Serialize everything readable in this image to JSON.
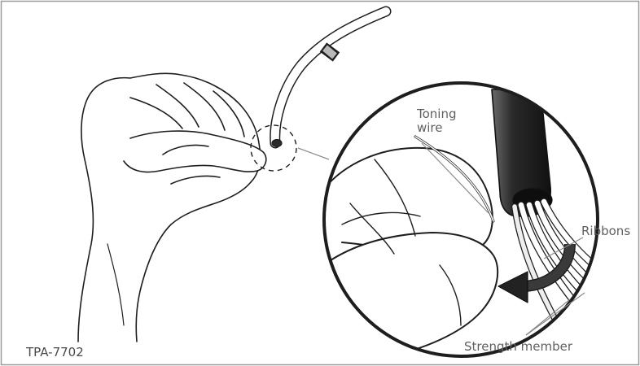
{
  "figure_id": "TPA-7702",
  "callouts": {
    "toning_wire": {
      "line1": "Toning",
      "line2": "wire"
    },
    "ribbons": "Ribbons",
    "strength_member": "Strength member"
  },
  "colors": {
    "border": "#9a9a9a",
    "ink": "#1e1e1e",
    "label_text": "#5f5f5f",
    "leader": "#8a8a8a",
    "cable_jacket": "#2b2b2b",
    "arrow": "#222222"
  }
}
